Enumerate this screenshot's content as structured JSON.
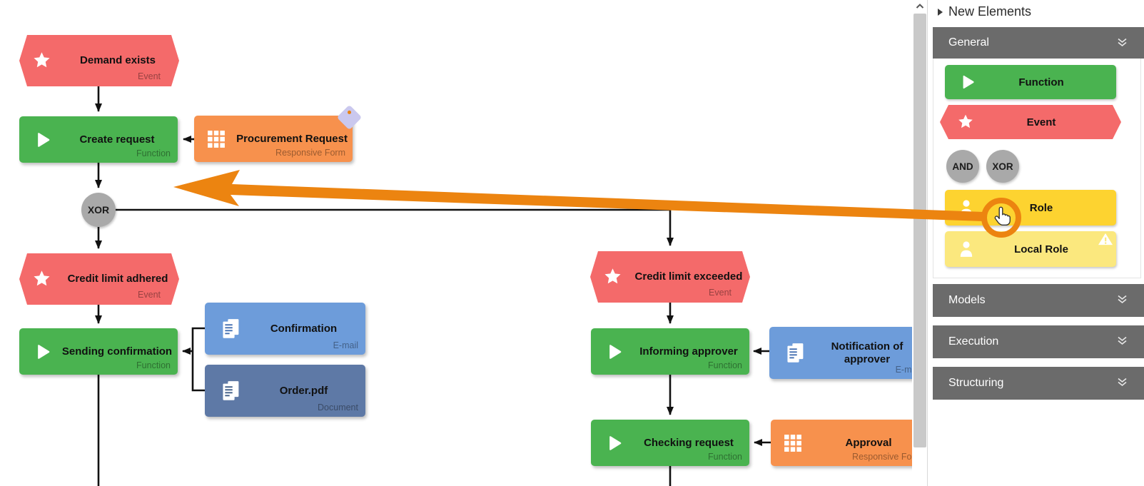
{
  "sidebar": {
    "title": "New Elements",
    "sections": [
      {
        "label": "General"
      },
      {
        "label": "Models"
      },
      {
        "label": "Execution"
      },
      {
        "label": "Structuring"
      }
    ],
    "palette": {
      "function": {
        "label": "Function"
      },
      "event": {
        "label": "Event"
      },
      "and": {
        "label": "AND"
      },
      "xor": {
        "label": "XOR"
      },
      "role": {
        "label": "Role"
      },
      "local_role": {
        "label": "Local Role"
      }
    }
  },
  "canvas": {
    "nodes": {
      "demand_exists": {
        "label": "Demand exists",
        "type": "Event"
      },
      "create_request": {
        "label": "Create request",
        "type": "Function"
      },
      "procurement_request": {
        "label": "Procurement Request",
        "type": "Responsive Form"
      },
      "xor_connector": {
        "label": "XOR"
      },
      "credit_limit_adhered": {
        "label": "Credit limit adhered",
        "type": "Event"
      },
      "sending_confirmation": {
        "label": "Sending confirmation",
        "type": "Function"
      },
      "confirmation": {
        "label": "Confirmation",
        "type": "E-mail"
      },
      "order_pdf": {
        "label": "Order.pdf",
        "type": "Document"
      },
      "credit_limit_exceeded": {
        "label": "Credit limit exceeded",
        "type": "Event"
      },
      "informing_approver": {
        "label": "Informing approver",
        "type": "Function"
      },
      "notification_of_approver": {
        "label": "Notification of approver",
        "type": "E-mail"
      },
      "checking_request": {
        "label": "Checking request",
        "type": "Function"
      },
      "approval": {
        "label": "Approval",
        "type": "Responsive Form"
      }
    }
  },
  "colors": {
    "event_red": "#f46a6a",
    "function_green": "#4ab350",
    "form_orange": "#f7914d",
    "email_blue": "#6d9cda",
    "document_blue": "#5e79a6",
    "role_yellow": "#fdd330",
    "local_role_yellow": "#fbe87e",
    "gate_gray": "#a9a9a9",
    "section_header_gray": "#6b6b6b",
    "annotation_orange": "#ec8410"
  }
}
